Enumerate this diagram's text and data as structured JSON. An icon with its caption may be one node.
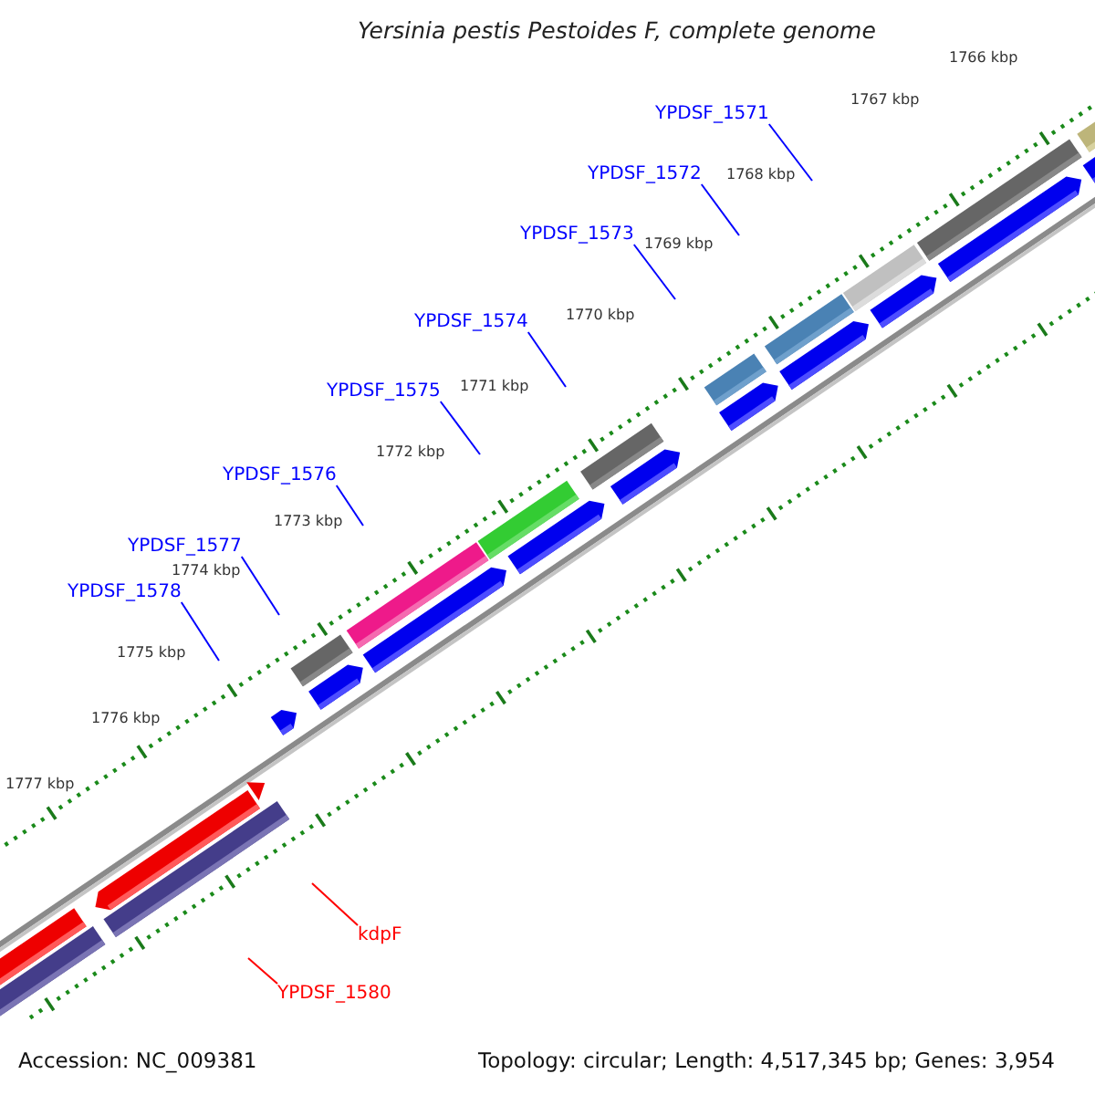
{
  "diagram": {
    "title": "Yersinia pestis Pestoides F, complete genome",
    "nodes": [
      {
        "text": [
          "YPDSF_1571"
        ]
      },
      {
        "text": [
          "YPDSF_1572"
        ]
      },
      {
        "text": [
          "YPDSF_1573"
        ]
      },
      {
        "text": [
          "YPDSF_1574"
        ]
      },
      {
        "text": [
          "YPDSF_1575"
        ]
      },
      {
        "text": [
          "YPDSF_1576"
        ]
      },
      {
        "text": [
          "YPDSF_1577"
        ]
      },
      {
        "text": [
          "YPDSF_1578"
        ]
      },
      {
        "text": [
          "kdpF"
        ]
      },
      {
        "text": [
          "YPDSF_1580"
        ]
      }
    ],
    "edges": [
      {
        "from": 0,
        "to": null,
        "arrow": "none"
      },
      {
        "from": 1,
        "to": null,
        "arrow": "none"
      },
      {
        "from": 2,
        "to": null,
        "arrow": "none"
      },
      {
        "from": 3,
        "to": null,
        "arrow": "none"
      },
      {
        "from": 4,
        "to": null,
        "arrow": "none"
      },
      {
        "from": 5,
        "to": null,
        "arrow": "none"
      },
      {
        "from": 6,
        "to": null,
        "arrow": "none"
      },
      {
        "from": 7,
        "to": null,
        "arrow": "none"
      },
      {
        "from": 8,
        "to": null,
        "arrow": "none",
        "color": "#ff0000"
      },
      {
        "from": 9,
        "to": null,
        "arrow": "none",
        "color": "#ff0000"
      }
    ],
    "labels": [
      "1766 kbp",
      "1767 kbp",
      "1768 kbp",
      "1769 kbp",
      "1770 kbp",
      "1771 kbp",
      "1772 kbp",
      "1773 kbp",
      "1774 kbp",
      "1775 kbp",
      "1776 kbp",
      "1777 kbp",
      "Accession: NC_009381",
      "Topology: circular; Length: 4,517,345 bp; Genes: 3,954"
    ]
  }
}
